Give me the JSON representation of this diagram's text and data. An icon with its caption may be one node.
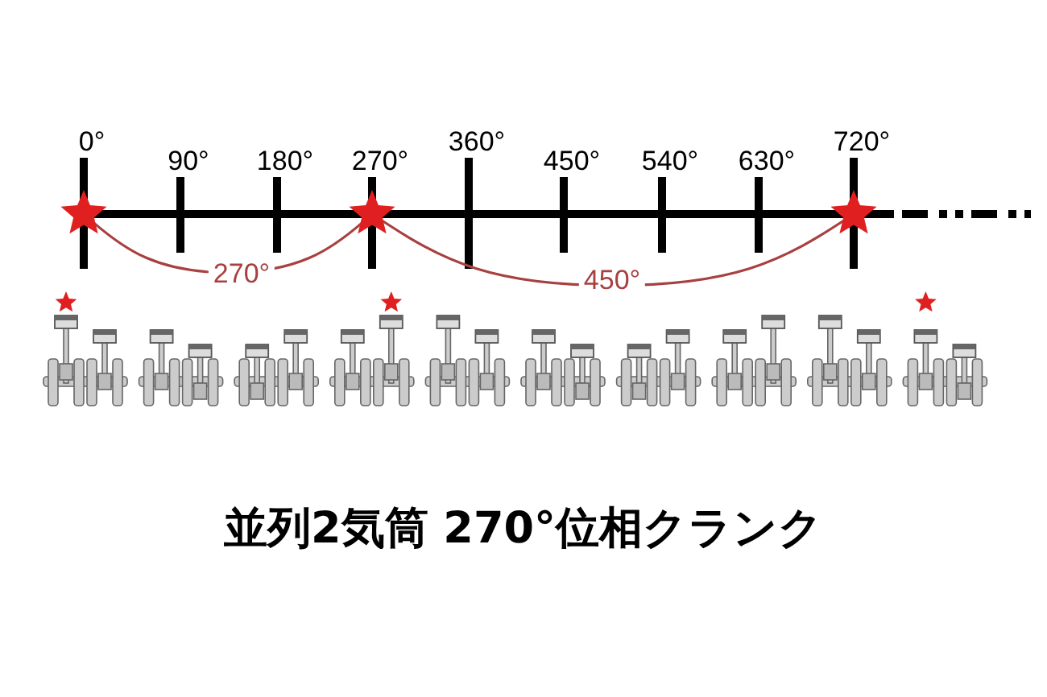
{
  "diagram": {
    "title": "並列2気筒 270°位相クランク",
    "labels": [
      "0°",
      "90°",
      "180°",
      "270°",
      "360°",
      "450°",
      "540°",
      "630°",
      "720°",
      "270°",
      "450°"
    ]
  }
}
